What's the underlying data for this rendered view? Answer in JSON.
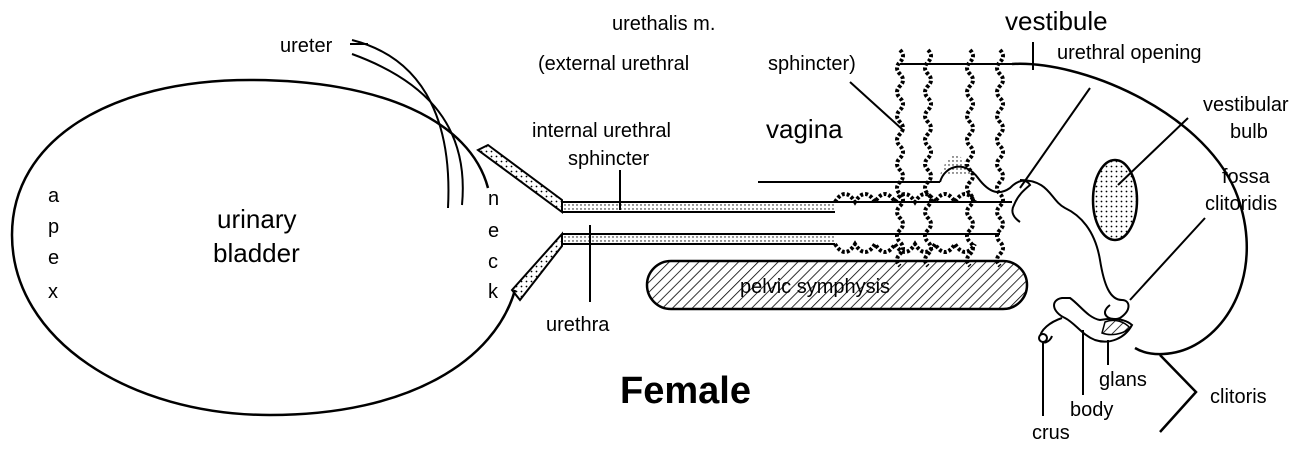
{
  "diagram": {
    "title": "Female",
    "labels": {
      "ureter": "ureter",
      "urinary": "urinary",
      "bladder": "bladder",
      "apex": [
        "a",
        "p",
        "e",
        "x"
      ],
      "neck": [
        "n",
        "e",
        "c",
        "k"
      ],
      "internal_urethral_sphincter_1": "internal urethral",
      "internal_urethral_sphincter_2": "sphincter",
      "urethra": "urethra",
      "urethralis_1": "urethalis m.",
      "urethralis_2": "(external urethral",
      "urethralis_3": "sphincter)",
      "vagina": "vagina",
      "vestibule": "vestibule",
      "urethral_opening": "urethral opening",
      "vestibular_bulb_1": "vestibular",
      "vestibular_bulb_2": "bulb",
      "fossa_1": "fossa",
      "fossa_2": "clitoridis",
      "pelvic_symphysis": "pelvic symphysis",
      "glans": "glans",
      "body": "body",
      "crus": "crus",
      "clitoris": "clitoris"
    }
  }
}
